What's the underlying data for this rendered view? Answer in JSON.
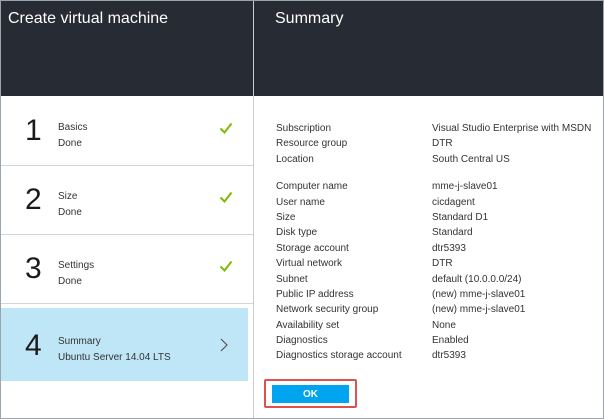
{
  "left_blade": {
    "title": "Create virtual machine",
    "steps": [
      {
        "number": "1",
        "title": "Basics",
        "subtitle": "Done",
        "icon": "checkmark-icon"
      },
      {
        "number": "2",
        "title": "Size",
        "subtitle": "Done",
        "icon": "checkmark-icon"
      },
      {
        "number": "3",
        "title": "Settings",
        "subtitle": "Done",
        "icon": "checkmark-icon"
      },
      {
        "number": "4",
        "title": "Summary",
        "subtitle": "Ubuntu Server 14.04 LTS",
        "icon": "chevron-right-icon"
      }
    ]
  },
  "right_blade": {
    "title": "Summary",
    "group1": [
      {
        "label": "Subscription",
        "value": "Visual Studio Enterprise with MSDN"
      },
      {
        "label": "Resource group",
        "value": "DTR"
      },
      {
        "label": "Location",
        "value": "South Central US"
      }
    ],
    "group2": [
      {
        "label": "Computer name",
        "value": "mme-j-slave01"
      },
      {
        "label": "User name",
        "value": "cicdagent"
      },
      {
        "label": "Size",
        "value": "Standard D1"
      },
      {
        "label": "Disk type",
        "value": "Standard"
      },
      {
        "label": "Storage account",
        "value": "dtr5393"
      },
      {
        "label": "Virtual network",
        "value": "DTR"
      },
      {
        "label": "Subnet",
        "value": "default (10.0.0.0/24)"
      },
      {
        "label": "Public IP address",
        "value": "(new) mme-j-slave01"
      },
      {
        "label": "Network security group",
        "value": "(new) mme-j-slave01"
      },
      {
        "label": "Availability set",
        "value": "None"
      },
      {
        "label": "Diagnostics",
        "value": "Enabled"
      },
      {
        "label": "Diagnostics storage account",
        "value": "dtr5393"
      }
    ],
    "ok_label": "OK"
  },
  "colors": {
    "header_bg": "#272b33",
    "active_step_bg": "#bfe6f6",
    "check": "#7fba00",
    "ok_button": "#00a4ef",
    "highlight_border": "#d9534f"
  }
}
